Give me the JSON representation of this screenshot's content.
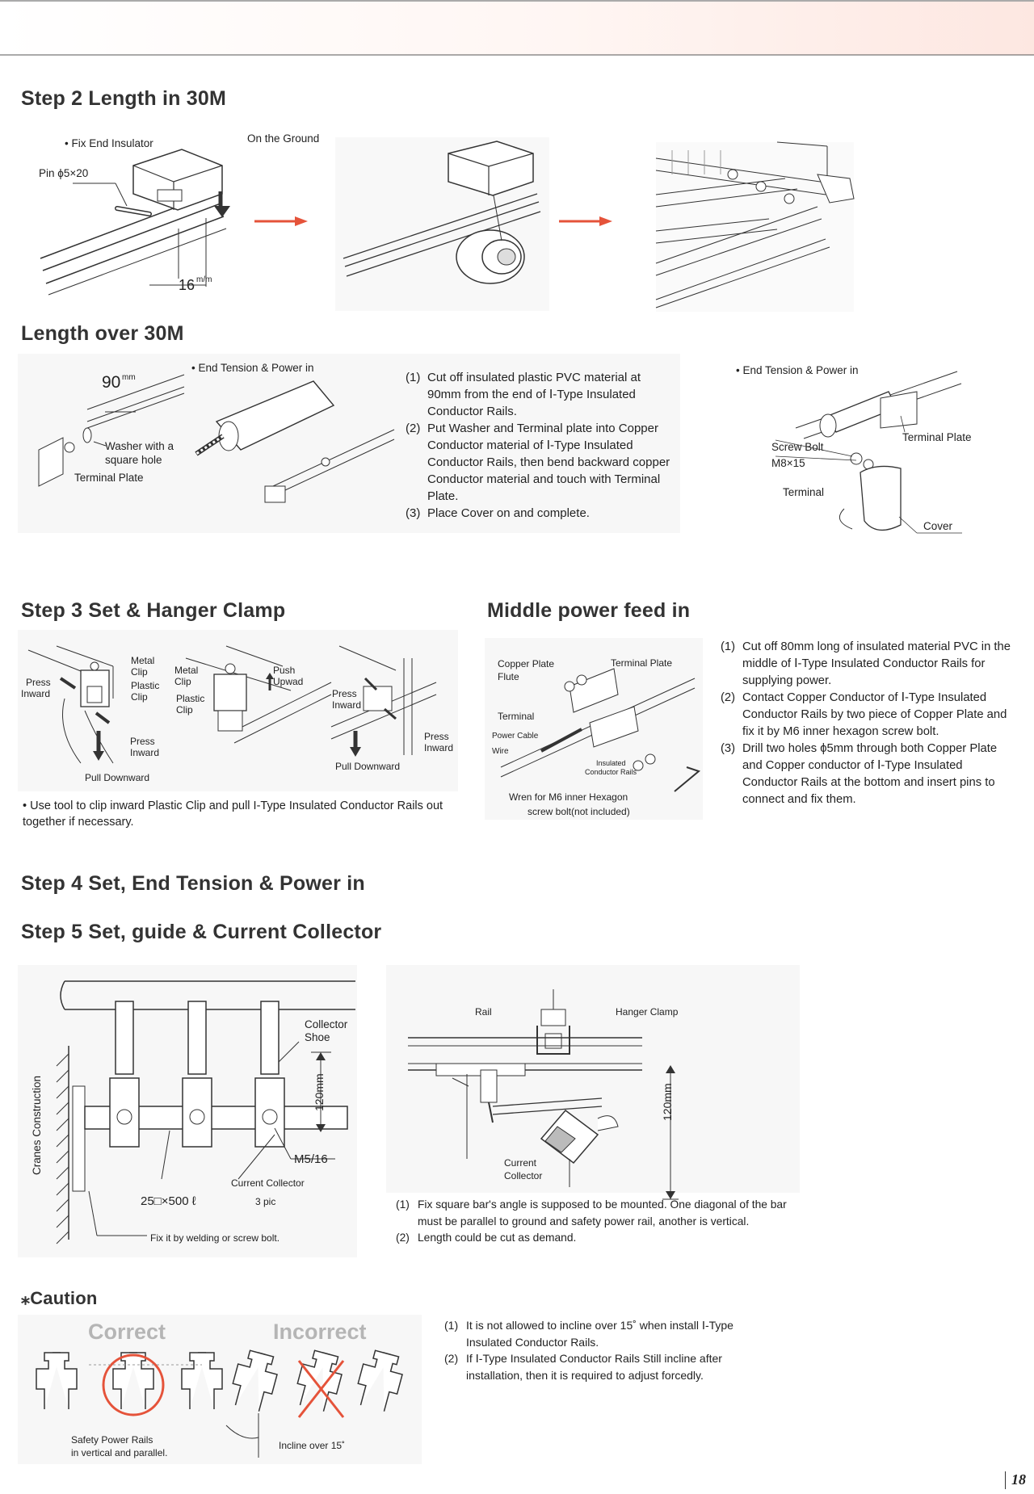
{
  "page_number": "18",
  "headings": {
    "step2": "Step 2  Length in 30M",
    "length_over": "Length over 30M",
    "step3": "Step 3  Set & Hanger Clamp",
    "middle_power": "Middle power feed in",
    "step4": "Step 4  Set, End Tension & Power in",
    "step5": "Step 5  Set, guide & Current Collector",
    "caution": "⁎Caution"
  },
  "step2": {
    "fix_end_insulator": "• Fix End Insulator",
    "pin": "Pin ϕ5×20",
    "on_the_ground": "On the Ground",
    "dim_16": "16",
    "dim_unit": "m/m"
  },
  "length_over": {
    "dim_90": "90",
    "dim_90_unit": "mm",
    "washer": [
      "Washer with a",
      "square hole"
    ],
    "terminal_plate": "Terminal Plate",
    "end_tension_left": "• End Tension & Power in",
    "end_tension_right": "• End Tension & Power in",
    "steps": [
      {
        "num": "(1)",
        "text": "Cut off insulated plastic PVC material at 90mm from the end of Ⅰ-Type Insulated Conductor Rails."
      },
      {
        "num": "(2)",
        "text": "Put Washer and Terminal plate into Copper Conductor material of Ⅰ-Type Insulated Conductor Rails, then bend backward copper Conductor material and touch with Terminal Plate."
      },
      {
        "num": "(3)",
        "text": "Place Cover on and complete."
      }
    ],
    "screw_bolt": [
      "Screw Bolt",
      "M8×15"
    ],
    "terminal": "Terminal",
    "terminal_plate_right": "Terminal Plate",
    "cover": "Cover"
  },
  "step3": {
    "fig1": {
      "press_inward": [
        "Press",
        "Inward"
      ],
      "metal_clip": [
        "Metal",
        "Clip"
      ],
      "plastic_clip": [
        "Plastic",
        "Clip"
      ],
      "press_inward2": [
        "Press",
        "Inward"
      ],
      "pull_downward": "Pull Downward"
    },
    "fig2": {
      "metal_clip": [
        "Metal",
        "Clip"
      ],
      "plastic_clip": [
        "Plastic",
        "Clip"
      ],
      "push_upwad": [
        "Push",
        "Upwad"
      ]
    },
    "fig3": {
      "press_inward": [
        "Press",
        "Inward"
      ],
      "press_inward2": [
        "Press",
        "Inward"
      ],
      "pull_downward": "Pull Downward"
    },
    "note": "• Use tool to clip inward Plastic Clip and pull I-Type Insulated Conductor Rails out together if necessary."
  },
  "middle_power": {
    "copper_plate": [
      "Copper Plate",
      "Flute"
    ],
    "terminal_plate": "Terminal Plate",
    "terminal": "Terminal",
    "power_cable": [
      "Power Cable",
      "Wire"
    ],
    "insulated_rails": [
      "Insulated",
      "Conductor Rails"
    ],
    "wren": [
      "Wren for M6 inner Hexagon",
      "screw bolt(not included)"
    ],
    "steps": [
      {
        "num": "(1)",
        "text": "Cut off 80mm long of insulated material PVC in the middle of Ⅰ-Type Insulated Conductor Rails for supplying power."
      },
      {
        "num": "(2)",
        "text": "Contact Copper Conductor of Ⅰ-Type Insulated Conductor Rails by two piece of Copper Plate and fix it by M6 inner hexagon screw bolt."
      },
      {
        "num": "(3)",
        "text": "Drill two holes ϕ5mm through both Copper Plate and Copper conductor of Ⅰ-Type Insulated Conductor Rails at the bottom and insert pins to connect and fix them."
      }
    ]
  },
  "step5": {
    "left": {
      "cranes_construction": "Cranes Construction",
      "collector_shoe": [
        "Collector",
        "Shoe"
      ],
      "dim_120": "120mm",
      "m5_16": "M5/16",
      "current_collector": "Current Collector",
      "bar": "25□×500 ℓ",
      "pic": "3 pic",
      "fix_it": "Fix it by welding or screw bolt."
    },
    "right": {
      "rail": "Rail",
      "hanger_clamp": "Hanger Clamp",
      "dim_120": "120mm",
      "current_collector": [
        "Current",
        "Collector"
      ]
    },
    "steps": [
      {
        "num": "(1)",
        "text": "Fix square bar's angle is supposed to be mounted. One diagonal of the bar must be parallel to ground and safety power rail, another is vertical."
      },
      {
        "num": "(2)",
        "text": "Length could be cut as demand."
      }
    ]
  },
  "caution": {
    "correct": "Correct",
    "incorrect": "Incorrect",
    "safety": [
      "Safety Power Rails",
      "in vertical and parallel."
    ],
    "incline": "Incline over 15˚",
    "steps": [
      {
        "num": "(1)",
        "text": "It is not allowed to incline over 15˚ when install Ⅰ-Type Insulated Conductor Rails."
      },
      {
        "num": "(2)",
        "text": "If Ⅰ-Type Insulated Conductor Rails Still incline after installation, then it is required to adjust forcedly."
      }
    ]
  },
  "colors": {
    "accent_red": "#e5533a",
    "heading": "#333333",
    "caution_gray": "#b5b5b5"
  }
}
